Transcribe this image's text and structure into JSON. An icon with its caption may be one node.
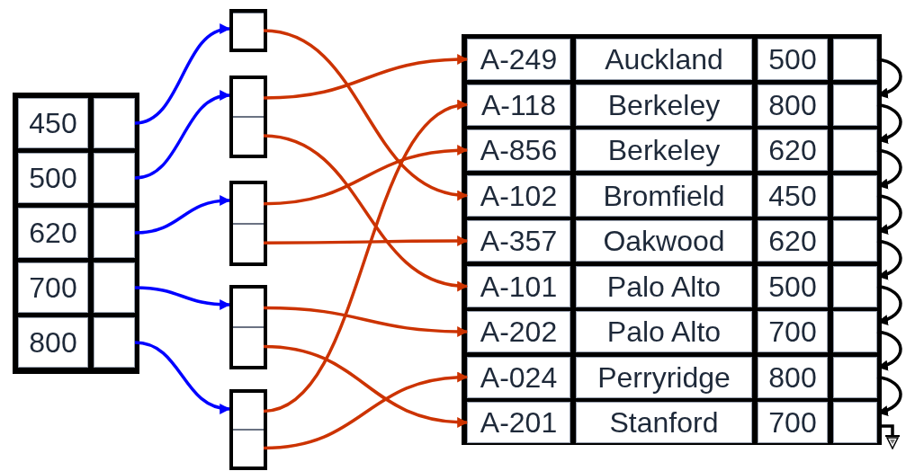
{
  "diagram": {
    "nodes": [
      {
        "text": [],
        "shape": "box"
      },
      {
        "text": [
          "450"
        ],
        "in": 0
      },
      {
        "text": [],
        "shape": "box",
        "in": 0
      },
      {
        "text": [
          "500"
        ],
        "in": 0
      },
      {
        "text": [],
        "shape": "box",
        "in": 0
      },
      {
        "text": [
          "620"
        ],
        "in": 0
      },
      {
        "text": [],
        "shape": "box",
        "in": 0
      },
      {
        "text": [
          "700"
        ],
        "in": 0
      },
      {
        "text": [],
        "shape": "box",
        "in": 0
      },
      {
        "text": [
          "800"
        ],
        "in": 0
      },
      {
        "text": [],
        "shape": "box",
        "in": 0
      },
      {
        "text": [],
        "shape": "box"
      },
      {
        "text": [],
        "shape": "box",
        "in": 11
      },
      {
        "text": [],
        "shape": "box"
      },
      {
        "text": [],
        "shape": "box",
        "in": 13
      },
      {
        "text": [],
        "shape": "box",
        "in": 13
      },
      {
        "text": [],
        "shape": "box"
      },
      {
        "text": [],
        "shape": "box",
        "in": 16
      },
      {
        "text": [],
        "shape": "box",
        "in": 16
      },
      {
        "text": [],
        "shape": "box"
      },
      {
        "text": [],
        "shape": "box",
        "in": 19
      },
      {
        "text": [],
        "shape": "box",
        "in": 19
      },
      {
        "text": [],
        "shape": "box"
      },
      {
        "text": [],
        "shape": "box",
        "in": 22
      },
      {
        "text": [],
        "shape": "box",
        "in": 22
      },
      {
        "text": [],
        "shape": "box"
      },
      {
        "text": [
          "A-249"
        ],
        "in": 25
      },
      {
        "text": [
          "Auckland"
        ],
        "in": 25
      },
      {
        "text": [
          "500"
        ],
        "in": 25
      },
      {
        "text": [],
        "shape": "box",
        "in": 25
      },
      {
        "text": [
          "A-118"
        ],
        "in": 25
      },
      {
        "text": [
          "Berkeley"
        ],
        "in": 25
      },
      {
        "text": [
          "800"
        ],
        "in": 25
      },
      {
        "text": [],
        "shape": "box",
        "in": 25
      },
      {
        "text": [
          "A-856"
        ],
        "in": 25
      },
      {
        "text": [
          "Berkeley"
        ],
        "in": 25
      },
      {
        "text": [
          "620"
        ],
        "in": 25
      },
      {
        "text": [],
        "shape": "box",
        "in": 25
      },
      {
        "text": [
          "A-102"
        ],
        "in": 25
      },
      {
        "text": [
          "Bromfield"
        ],
        "in": 25
      },
      {
        "text": [
          "450"
        ],
        "in": 25
      },
      {
        "text": [],
        "shape": "box",
        "in": 25
      },
      {
        "text": [
          "A-357"
        ],
        "in": 25
      },
      {
        "text": [
          "Oakwood"
        ],
        "in": 25
      },
      {
        "text": [
          "620"
        ],
        "in": 25
      },
      {
        "text": [],
        "shape": "box",
        "in": 25
      },
      {
        "text": [
          "A-101"
        ],
        "in": 25
      },
      {
        "text": [
          "Palo Alto"
        ],
        "in": 25
      },
      {
        "text": [
          "500"
        ],
        "in": 25
      },
      {
        "text": [],
        "shape": "box",
        "in": 25
      },
      {
        "text": [
          "A-202"
        ],
        "in": 25
      },
      {
        "text": [
          "Palo Alto"
        ],
        "in": 25
      },
      {
        "text": [
          "700"
        ],
        "in": 25
      },
      {
        "text": [],
        "shape": "box",
        "in": 25
      },
      {
        "text": [
          "A-024"
        ],
        "in": 25
      },
      {
        "text": [
          "Perryridge"
        ],
        "in": 25
      },
      {
        "text": [
          "800"
        ],
        "in": 25
      },
      {
        "text": [],
        "shape": "box",
        "in": 25
      },
      {
        "text": [
          "A-201"
        ],
        "in": 25
      },
      {
        "text": [
          "Stanford"
        ],
        "in": 25
      },
      {
        "text": [
          "700"
        ],
        "in": 25
      },
      {
        "text": [],
        "shape": "box",
        "in": 25
      },
      {
        "text": [],
        "shape": "ground"
      }
    ],
    "edges": [
      {
        "from": 2,
        "to": 11,
        "arrow": "to",
        "color": "#0000ff"
      },
      {
        "from": 4,
        "to": 13,
        "arrow": "to",
        "color": "#0000ff"
      },
      {
        "from": 6,
        "to": 16,
        "arrow": "to",
        "color": "#0000ff"
      },
      {
        "from": 8,
        "to": 19,
        "arrow": "to",
        "color": "#0000ff"
      },
      {
        "from": 10,
        "to": 22,
        "arrow": "to",
        "color": "#0000ff"
      },
      {
        "from": 12,
        "to": 38,
        "arrow": "to",
        "color": "#cc3300"
      },
      {
        "from": 14,
        "to": 26,
        "arrow": "to",
        "color": "#cc3300"
      },
      {
        "from": 15,
        "to": 46,
        "arrow": "to",
        "color": "#cc3300"
      },
      {
        "from": 17,
        "to": 34,
        "arrow": "to",
        "color": "#cc3300"
      },
      {
        "from": 18,
        "to": 42,
        "arrow": "to",
        "color": "#cc3300"
      },
      {
        "from": 20,
        "to": 50,
        "arrow": "to",
        "color": "#cc3300"
      },
      {
        "from": 21,
        "to": 58,
        "arrow": "to",
        "color": "#cc3300"
      },
      {
        "from": 23,
        "to": 30,
        "arrow": "to",
        "color": "#cc3300"
      },
      {
        "from": 24,
        "to": 54,
        "arrow": "to",
        "color": "#cc3300"
      },
      {
        "from": 29,
        "to": 33,
        "arrow": "to",
        "color": "#000000"
      },
      {
        "from": 33,
        "to": 37,
        "arrow": "to",
        "color": "#000000"
      },
      {
        "from": 37,
        "to": 41,
        "arrow": "to",
        "color": "#000000"
      },
      {
        "from": 41,
        "to": 45,
        "arrow": "to",
        "color": "#000000"
      },
      {
        "from": 45,
        "to": 49,
        "arrow": "to",
        "color": "#000000"
      },
      {
        "from": 49,
        "to": 53,
        "arrow": "to",
        "color": "#000000"
      },
      {
        "from": 53,
        "to": 57,
        "arrow": "to",
        "color": "#000000"
      },
      {
        "from": 57,
        "to": 61,
        "arrow": "to",
        "color": "#000000"
      },
      {
        "from": 61,
        "to": 62,
        "arrow": "none",
        "color": "#000000"
      }
    ]
  }
}
